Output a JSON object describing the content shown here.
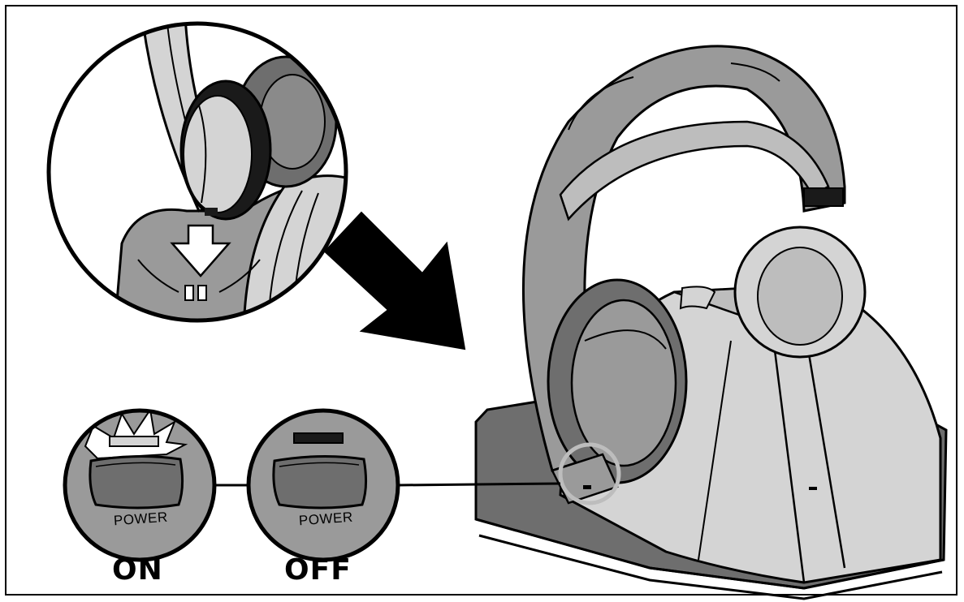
{
  "figure": {
    "description_labels": {
      "power_left": "POWER",
      "power_right": "POWER",
      "state_on": "ON",
      "state_off": "OFF"
    },
    "colors": {
      "outline": "#000000",
      "light_gray": "#d4d4d4",
      "mid_gray": "#9a9a9a",
      "dark_gray": "#6e6e6e",
      "callout_ring": "#bdbdbd"
    },
    "icons": {
      "arrow_large": "arrow-diagonal-icon",
      "arrow_down": "arrow-down-icon",
      "led_glow": "led-glow-icon"
    }
  }
}
